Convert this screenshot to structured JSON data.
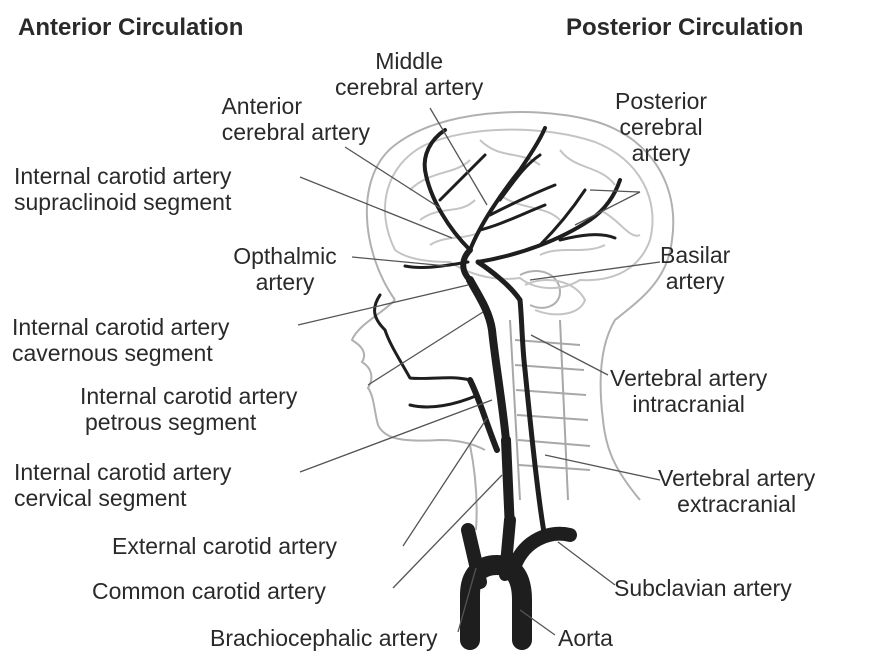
{
  "headers": {
    "anterior": "Anterior Circulation",
    "posterior": "Posterior Circulation"
  },
  "labels": {
    "middle_cerebral": [
      "Middle",
      "cerebral artery"
    ],
    "anterior_cerebral": [
      "Anterior",
      "cerebral artery"
    ],
    "ica_supraclinoid": [
      "Internal carotid artery",
      "supraclinoid segment"
    ],
    "opthalmic": [
      "Opthalmic",
      "artery"
    ],
    "ica_cavernous": [
      "Internal carotid artery",
      "cavernous segment"
    ],
    "ica_petrous": [
      "Internal carotid artery",
      "petrous segment"
    ],
    "ica_cervical": [
      "Internal carotid artery",
      "cervical segment"
    ],
    "external_carotid": "External carotid artery",
    "common_carotid": "Common carotid artery",
    "brachiocephalic": "Brachiocephalic artery",
    "aorta": "Aorta",
    "subclavian": "Subclavian artery",
    "vertebral_extracranial": [
      "Vertebral artery",
      "extracranial"
    ],
    "vertebral_intracranial": [
      "Vertebral artery",
      "intracranial"
    ],
    "basilar": [
      "Basilar",
      "artery"
    ],
    "posterior_cerebral": [
      "Posterior",
      "cerebral",
      "artery"
    ]
  },
  "colors": {
    "text": "#2a2a2a",
    "artery": "#1e1e1e",
    "outline": "#aaaaaa",
    "leader": "#555555"
  }
}
